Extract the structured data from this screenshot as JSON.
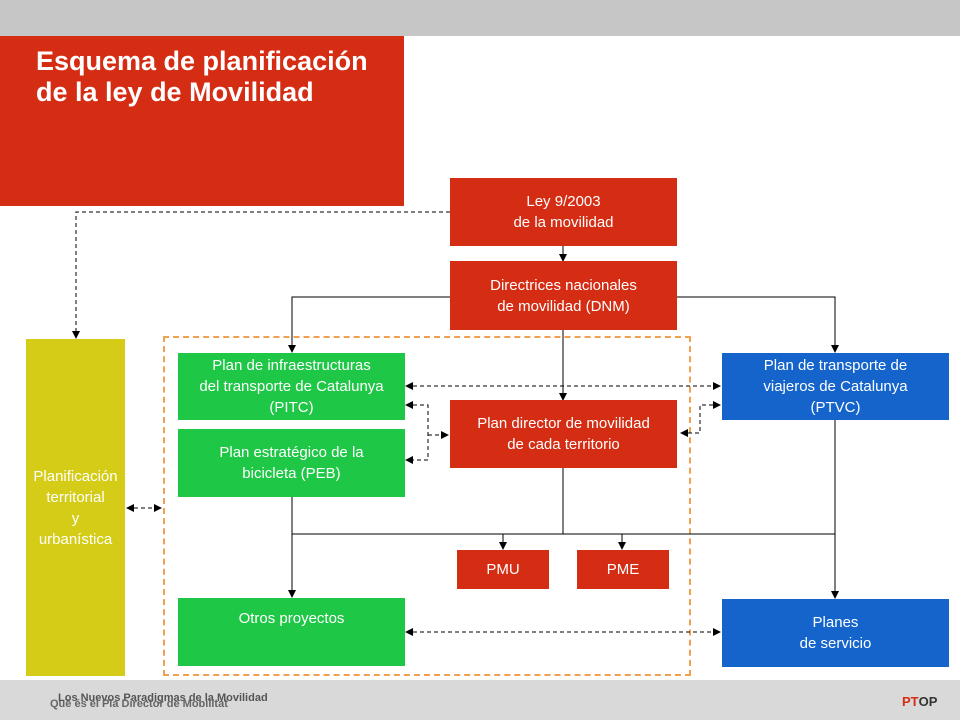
{
  "title": "Esquema de planificación de la ley de Movilidad",
  "boxes": {
    "ley": "Ley 9/2003\nde la movilidad",
    "dnm": "Directrices nacionales\nde movilidad (DNM)",
    "pitc": "Plan de infraestructuras\ndel transporte de Catalunya\n(PITC)",
    "peb": "Plan estratégico de la\nbicicleta (PEB)",
    "pdm": "Plan director de movilidad\nde cada territorio",
    "ptvc": "Plan de transporte de\nviajeros de Catalunya\n(PTVC)",
    "planificacion": "Planificación\nterritorial\ny\nurbanística",
    "pmu": "PMU",
    "pme": "PME",
    "otros": "Otros proyectos",
    "planes": "Planes\nde servicio"
  },
  "footer": {
    "line1": "Los Nuevos Paradigmas de la Movilidad",
    "line2": "Què és el Pla Director de Mobilitat"
  },
  "logo": {
    "p": "PT",
    "o": "OP"
  },
  "colors": {
    "red": "#d42d14",
    "green": "#1fc746",
    "blue": "#1464cc",
    "yellow": "#d4cc16",
    "dashed_frame": "#f0a050"
  }
}
